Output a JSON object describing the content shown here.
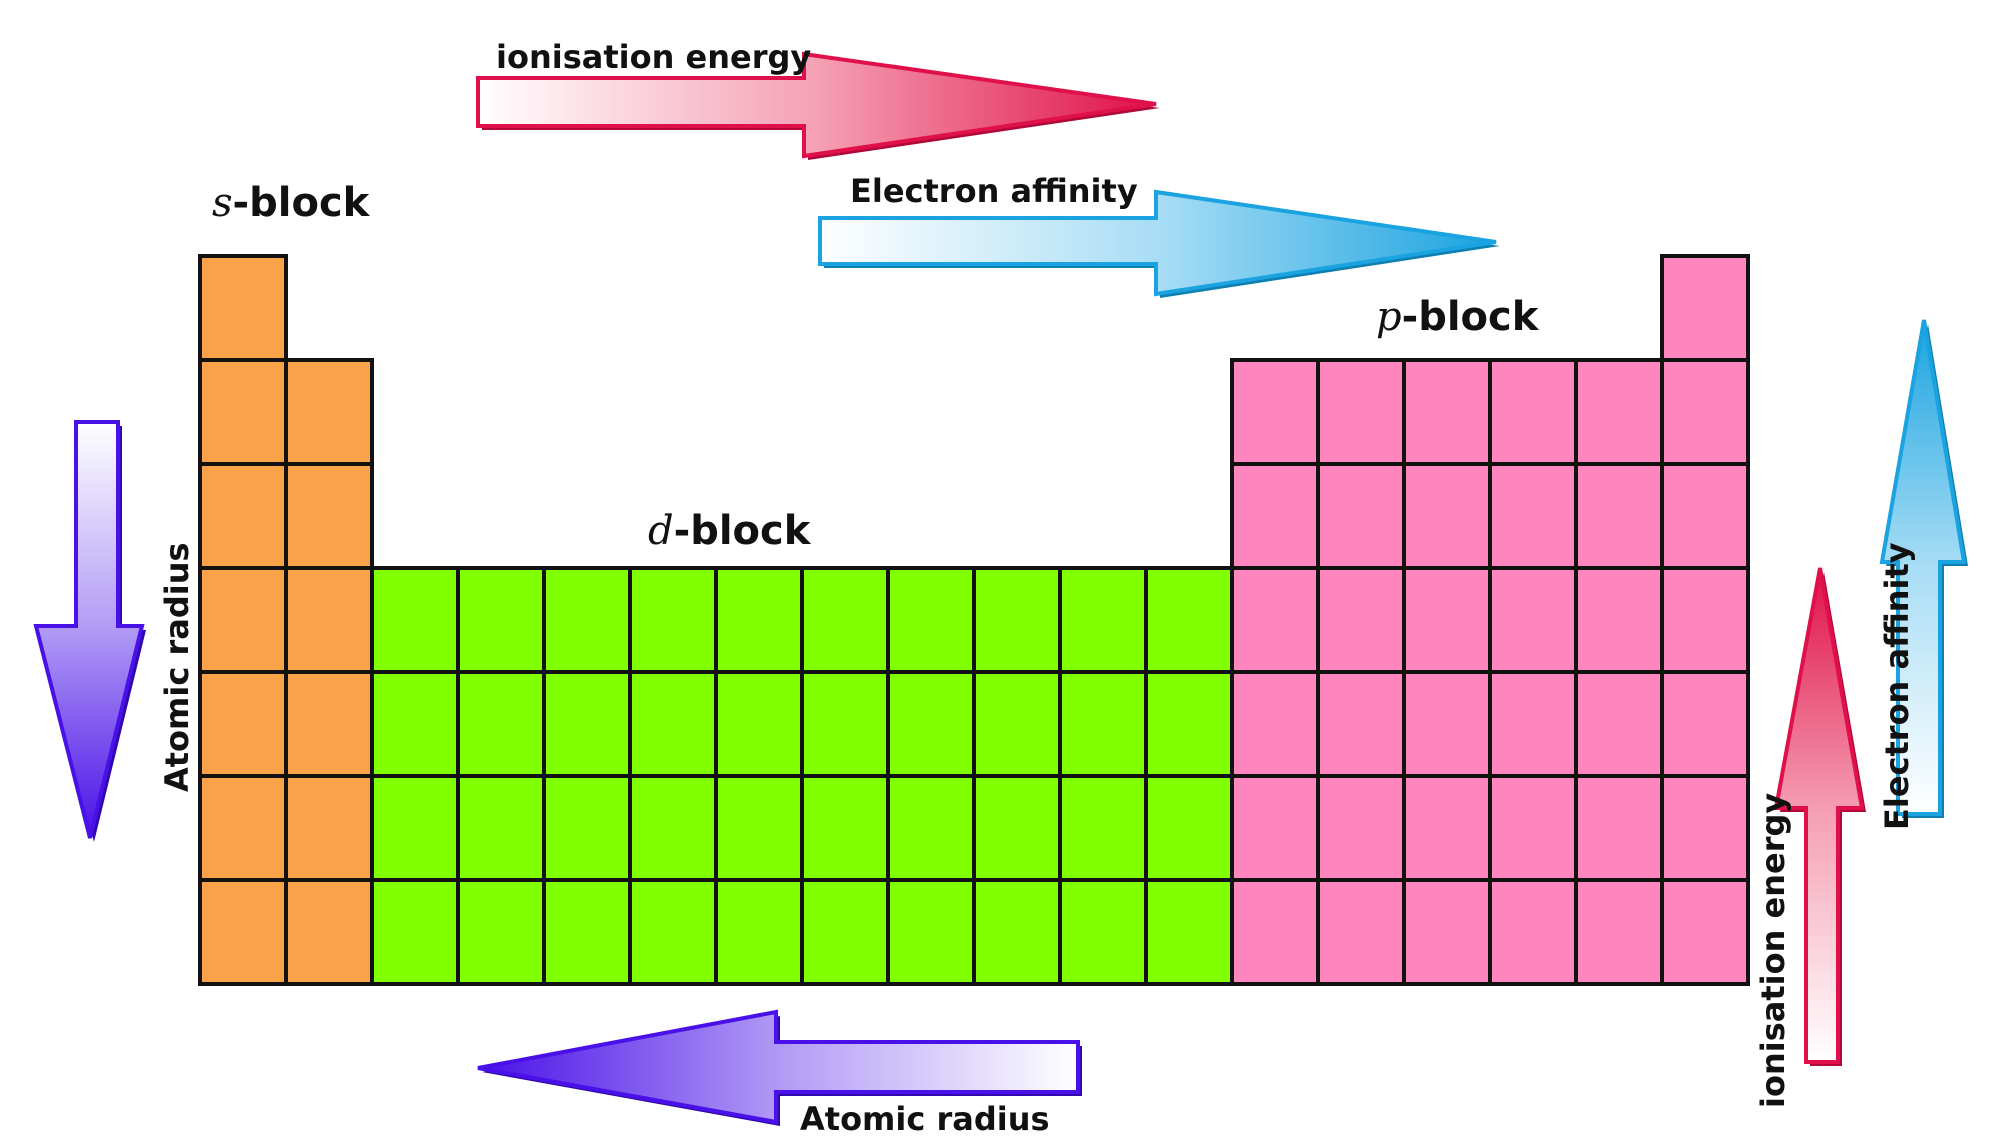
{
  "blocks": {
    "s": {
      "letter": "s",
      "suffix": "-block",
      "color": "#F9A24A"
    },
    "d": {
      "letter": "d",
      "suffix": "-block",
      "color": "#80FF00"
    },
    "p": {
      "letter": "p",
      "suffix": "-block",
      "color": "#FF85BF"
    }
  },
  "trends": {
    "ionisation_energy_across": "ionisation energy",
    "electron_affinity_across": "Electron affinity",
    "atomic_radius_across": "Atomic radius",
    "atomic_radius_down": "Atomic radius",
    "ionisation_energy_up": "ionisation energy",
    "electron_affinity_up": "Electron affinity"
  },
  "colors": {
    "red_arrow": "#E0104A",
    "blue_arrow": "#1AA3E0",
    "purple_arrow": "#4A10E8",
    "grid_line": "#111111"
  }
}
